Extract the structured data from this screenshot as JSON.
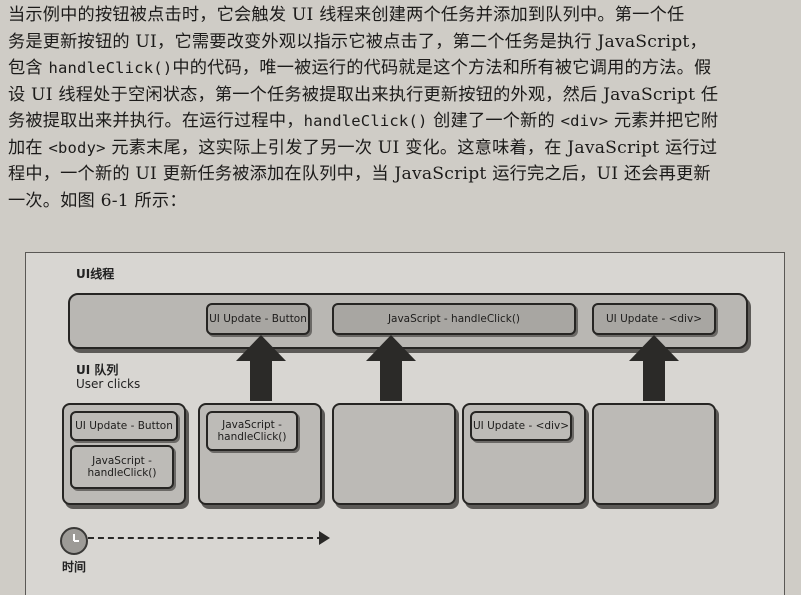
{
  "text": {
    "lines": [
      [
        "当示例中的按钮被点击时，它会触发 UI 线程来创建两个任务并添加到队列中。第一个任"
      ],
      [
        "务是更新按钮的 UI，它需要改变外观以指示它被点击了，第二个任务是执行 JavaScript，"
      ],
      [
        "包含 ",
        {
          "code": "handleClick()"
        },
        "中的代码，唯一被运行的代码就是这个方法和所有被它调用的方法。假"
      ],
      [
        "设 UI 线程处于空闲状态，第一个任务被提取出来执行更新按钮的外观，然后 JavaScript 任"
      ],
      [
        "务被提取出来并执行。在运行过程中，",
        {
          "code": "handleClick()"
        },
        " 创建了一个新的 ",
        {
          "code": "<div>"
        },
        " 元素并把它附"
      ],
      [
        "加在 ",
        {
          "code": "<body>"
        },
        " 元素末尾，这实际上引发了另一次 UI 变化。这意味着，在 JavaScript 运行过"
      ],
      [
        "程中，一个新的 UI 更新任务被添加在队列中，当 JavaScript 运行完之后，UI 还会再更新"
      ],
      [
        "一次。如图 6-1 所示："
      ]
    ]
  },
  "figure": {
    "thread_label": "UI线程",
    "thread_tasks": [
      "UI Update - Button",
      "JavaScript - handleClick()",
      "UI Update - <div>"
    ],
    "queue_label": "UI 队列",
    "queue_sublabel": "User clicks",
    "queue_box1_tasks": [
      "UI Update - Button",
      "JavaScript - handleClick()"
    ],
    "queue_box2_tasks": [
      "JavaScript - handleClick()"
    ],
    "queue_box4_tasks": [
      "UI Update - <div>"
    ],
    "time_label": "时间",
    "icons": [
      "up-arrow-icon",
      "clock-icon"
    ]
  }
}
